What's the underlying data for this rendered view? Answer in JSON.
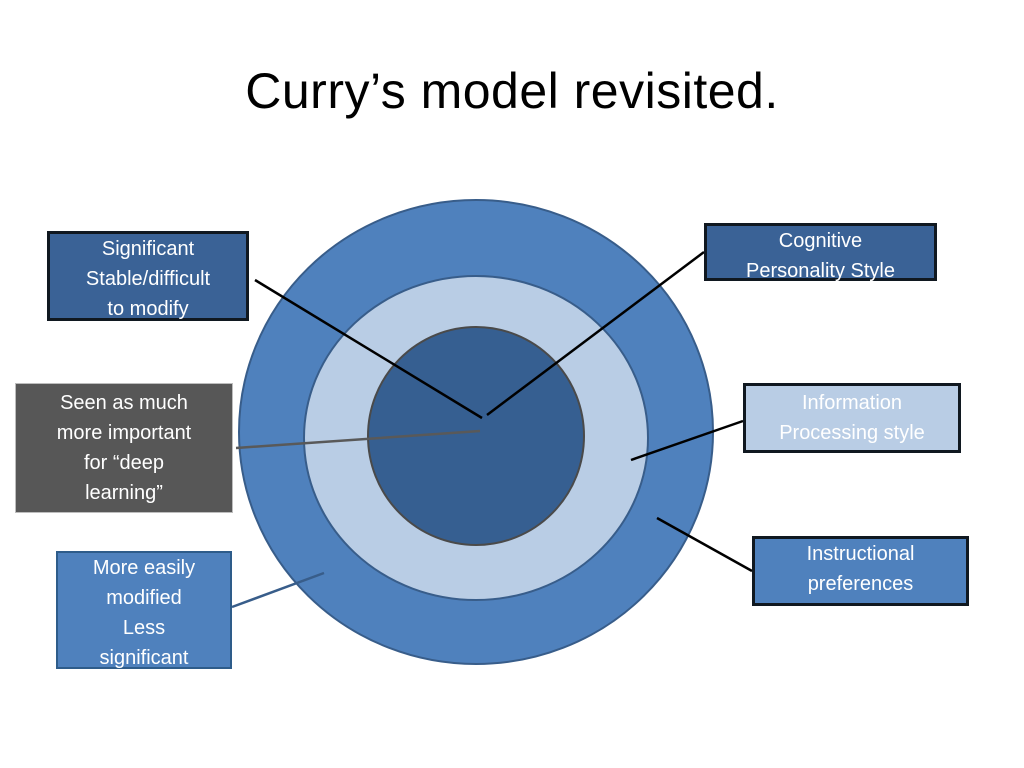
{
  "slide": {
    "title": "Curry’s model revisited."
  },
  "rings": {
    "outer_color": "#4f81bd",
    "middle_color": "#b9cde5",
    "inner_color": "#365f91"
  },
  "labels": {
    "significant": "Significant\nStable/difficult\nto modify",
    "cognitive": "Cognitive\nPersonality Style",
    "deep_learning": "Seen as much\nmore important\nfor “deep\nlearning”",
    "information": "Information\nProcessing style",
    "instructional": "Instructional\npreferences",
    "modified": "More easily\nmodified\nLess\nsignificant"
  }
}
